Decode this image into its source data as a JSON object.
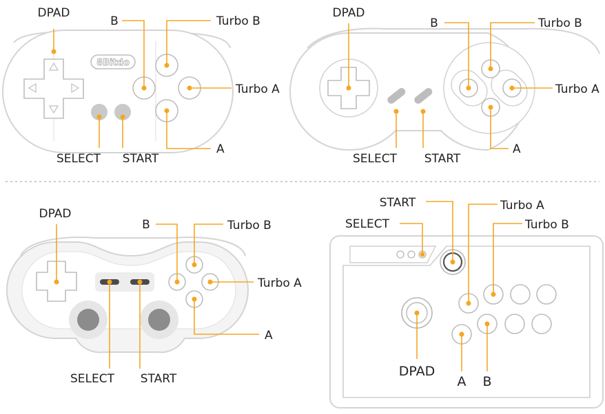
{
  "colors": {
    "accent": "#f5a623",
    "outline": "#d4d4d4",
    "text": "#231f20",
    "divider": "#bbbbbb"
  },
  "controllers": [
    {
      "id": "zero",
      "logo": "8Bitdo",
      "labels": {
        "dpad": "DPAD",
        "b": "B",
        "turbo_b": "Turbo B",
        "turbo_a": "Turbo A",
        "a": "A",
        "select": "SELECT",
        "start": "START"
      }
    },
    {
      "id": "snes",
      "labels": {
        "dpad": "DPAD",
        "b": "B",
        "turbo_b": "Turbo B",
        "turbo_a": "Turbo A",
        "a": "A",
        "select": "SELECT",
        "start": "START"
      }
    },
    {
      "id": "n64",
      "labels": {
        "dpad": "DPAD",
        "b": "B",
        "turbo_b": "Turbo B",
        "turbo_a": "Turbo A",
        "a": "A",
        "select": "SELECT",
        "start": "START"
      }
    },
    {
      "id": "arcade",
      "labels": {
        "start": "START",
        "turbo_a": "Turbo A",
        "select": "SELECT",
        "turbo_b": "Turbo B",
        "dpad": "DPAD",
        "a": "A",
        "b": "B"
      }
    }
  ]
}
